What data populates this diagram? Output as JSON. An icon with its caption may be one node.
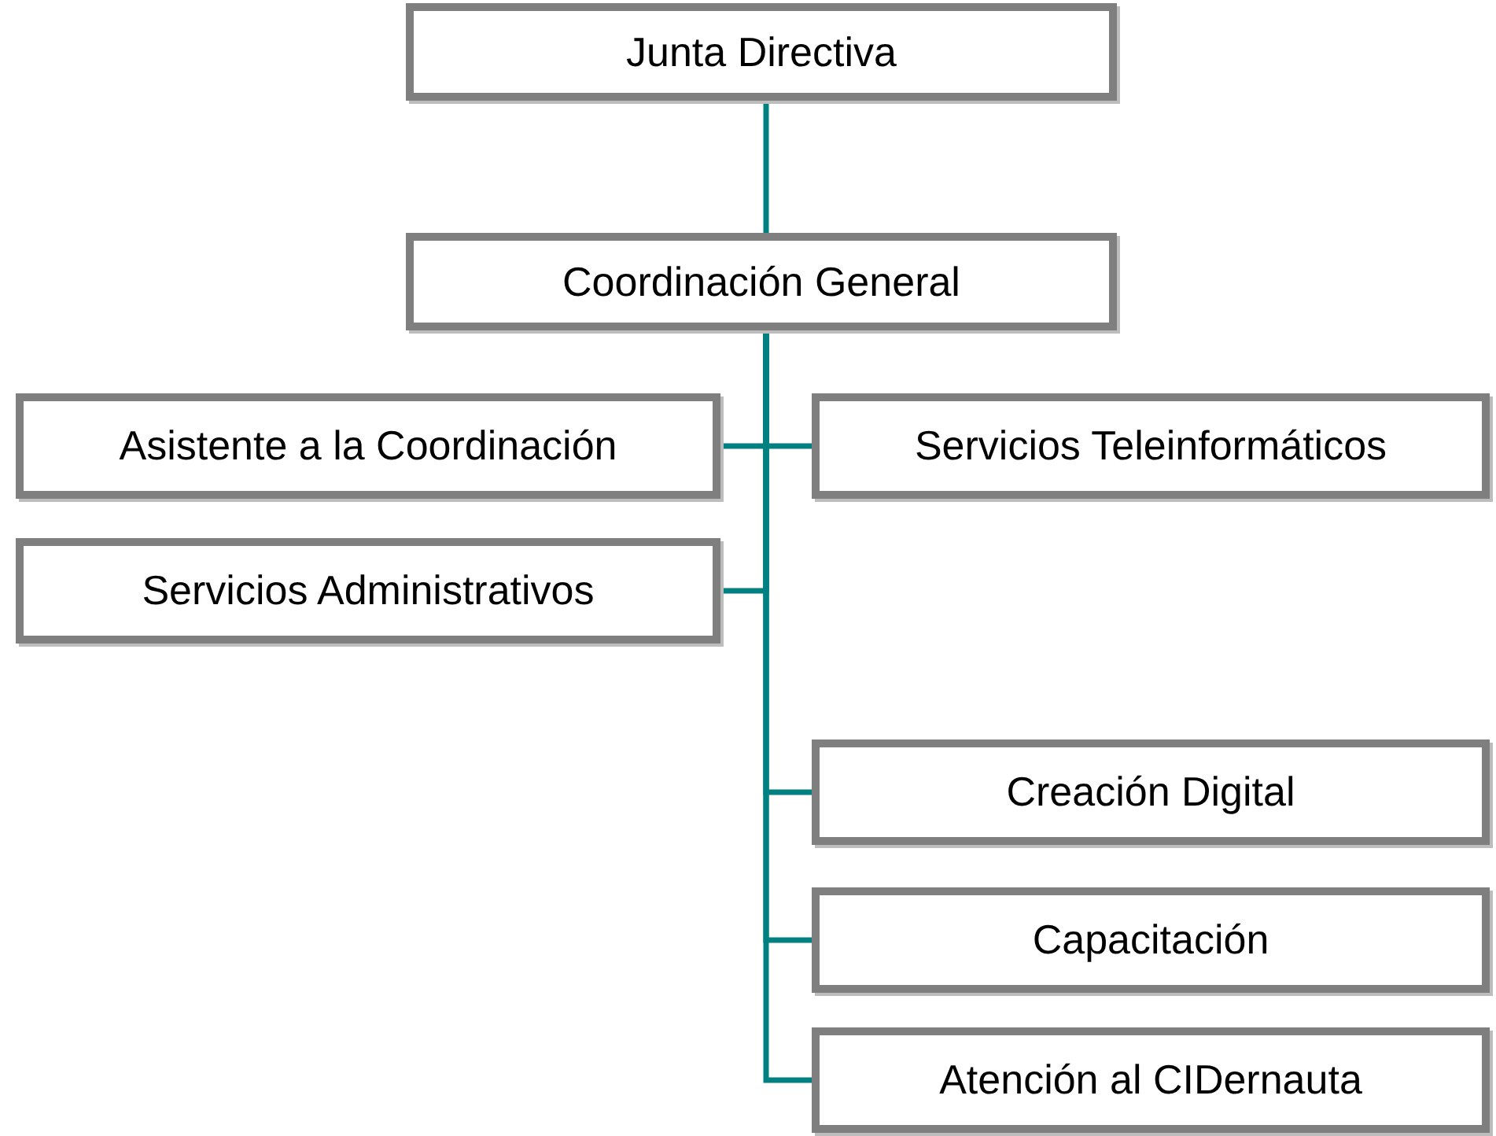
{
  "diagram": {
    "nodes": [
      {
        "text": [
          "Junta Directiva"
        ]
      },
      {
        "text": [
          "Coordinación General"
        ]
      },
      {
        "text": [
          "Asistente a la Coordinación"
        ]
      },
      {
        "text": [
          "Servicios Teleinformáticos"
        ]
      },
      {
        "text": [
          "Servicios Administrativos"
        ]
      },
      {
        "text": [
          "Creación Digital"
        ]
      },
      {
        "text": [
          "Capacitación"
        ]
      },
      {
        "text": [
          "Atención al CIDernauta"
        ]
      }
    ],
    "edges": [
      {
        "from": 0,
        "to": 1,
        "arrow": "none"
      },
      {
        "from": 1,
        "to": 2,
        "arrow": "none"
      },
      {
        "from": 1,
        "to": 3,
        "arrow": "none"
      },
      {
        "from": 1,
        "to": 4,
        "arrow": "none"
      },
      {
        "from": 1,
        "to": 5,
        "arrow": "none"
      },
      {
        "from": 1,
        "to": 6,
        "arrow": "none"
      },
      {
        "from": 1,
        "to": 7,
        "arrow": "none"
      }
    ]
  }
}
